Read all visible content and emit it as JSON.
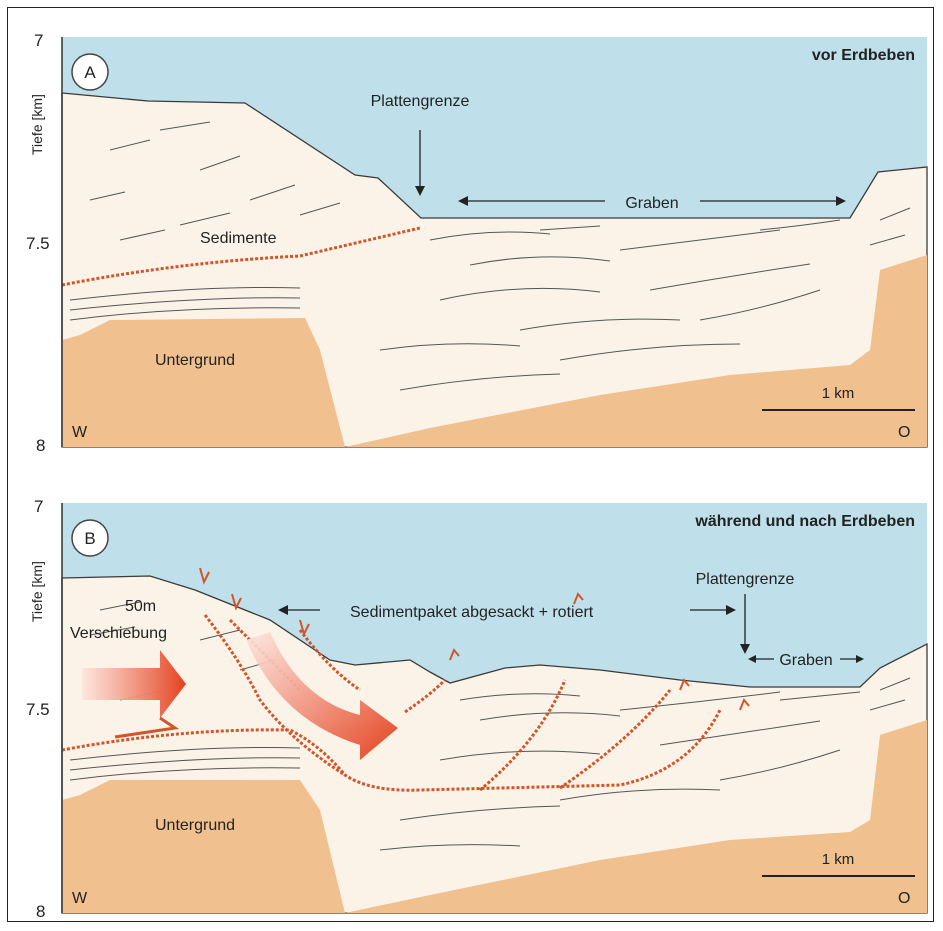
{
  "colors": {
    "water": "#bfe0ea",
    "sediment": "#fcf3e8",
    "bedrock": "#f0c08f",
    "fault": "#d2552a",
    "arrow": "#e4421f",
    "line": "#444444"
  },
  "panel_a": {
    "letter": "A",
    "title": "vor Erdbeben",
    "depth_top": "7",
    "depth_mid": "7.5",
    "depth_bottom": "8",
    "axis_label": "Tiefe [km]",
    "west": "W",
    "east": "O",
    "scale": "1 km",
    "plate_boundary": "Plattengrenze",
    "graben": "Graben",
    "sediments": "Sedimente",
    "basement": "Untergrund"
  },
  "panel_b": {
    "letter": "B",
    "title": "während und nach Erdbeben",
    "depth_top": "7",
    "depth_mid": "7.5",
    "depth_bottom": "8",
    "axis_label": "Tiefe [km]",
    "west": "W",
    "east": "O",
    "scale": "1 km",
    "displacement_amount": "50m",
    "displacement_word": "Verschiebung",
    "sediment_package": "Sedimentpaket abgesackt + rotiert",
    "plate_boundary": "Plattengrenze",
    "graben": "Graben",
    "basement": "Untergrund"
  }
}
